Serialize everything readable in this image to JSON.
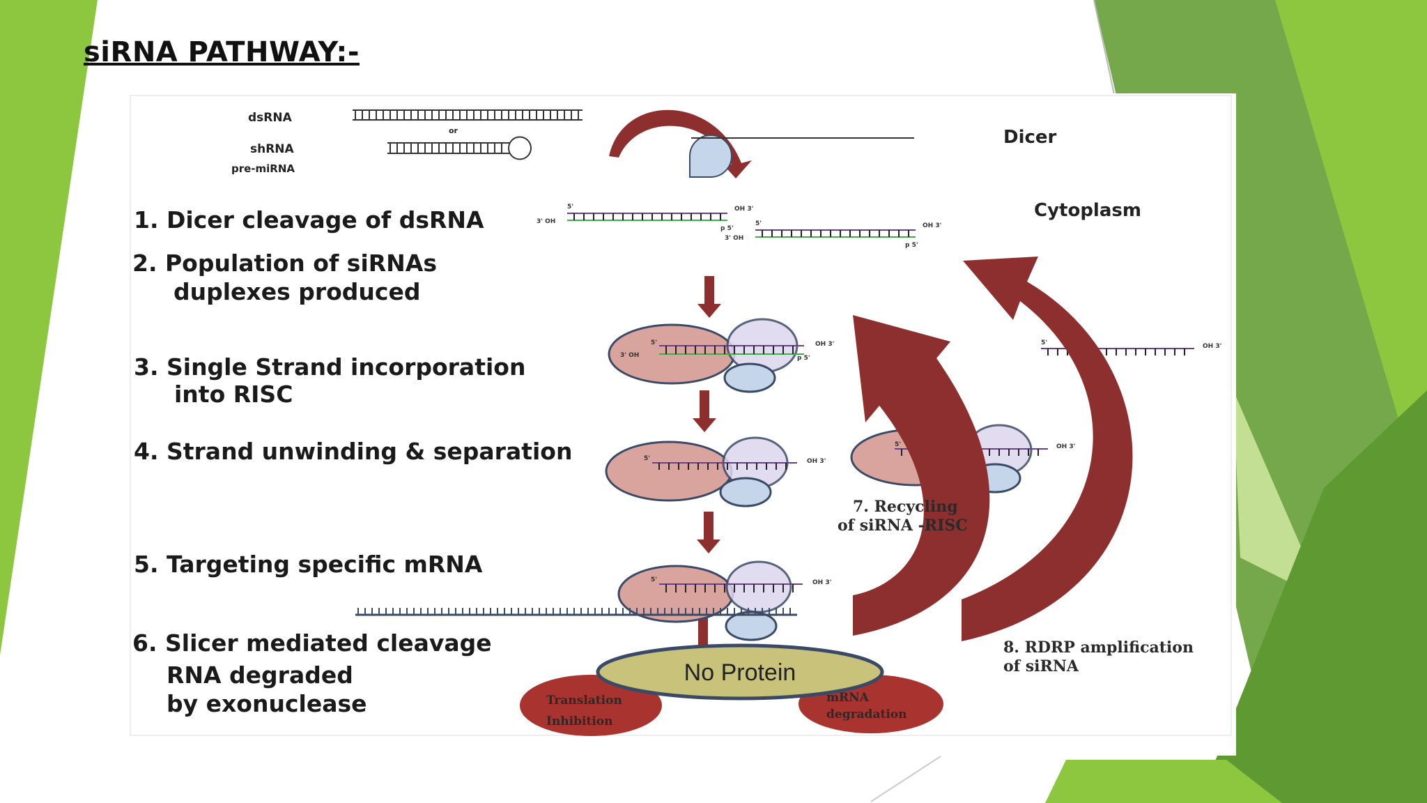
{
  "slide": {
    "title": "siRNA PATHWAY:-"
  },
  "diagram": {
    "inputs": {
      "dsrna": "dsRNA",
      "or": "or",
      "shrna": "shRNA",
      "premirna": "pre-miRNA"
    },
    "dicer": "Dicer",
    "cytoplasm": "Cytoplasm",
    "steps": [
      "1. Dicer cleavage of dsRNA",
      "2.  Population of siRNAs",
      "duplexes produced",
      "3. Single Strand incorporation",
      "into RISC",
      "4. Strand unwinding & separation",
      "5. Targeting specific  mRNA",
      "6. Slicer mediated cleavage",
      "RNA degraded",
      "by exonuclease"
    ],
    "recycling": [
      "7. Recycling",
      "of siRNA -RISC"
    ],
    "rdrp": [
      "8. RDRP amplification",
      "of siRNA"
    ],
    "no_protein": "No Protein",
    "translation": [
      "Translation",
      "Inhibition"
    ],
    "mrna_degradation": [
      "mRNA",
      "degradation"
    ],
    "ends": {
      "five": "5'",
      "three_oh": "OH 3'",
      "oh3_prefix": "3' OH",
      "p5": "p 5'"
    }
  },
  "colors": {
    "green_light": "#8dc63f",
    "green_mid": "#74a84a",
    "green_dark": "#4f8a2b",
    "arrow_red": "#8e2f2f",
    "ellipse_pink": "#d9a49d",
    "ellipse_olive": "#c9c27a",
    "blob_red": "#a8332f"
  }
}
